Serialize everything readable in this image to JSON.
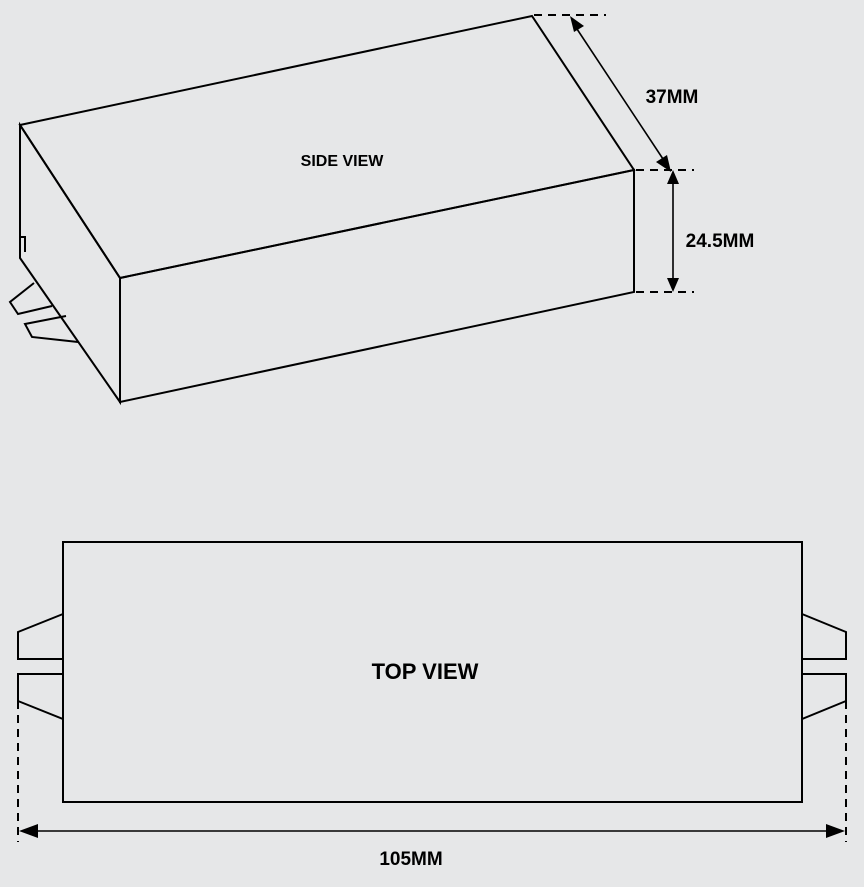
{
  "diagram": {
    "background": "#e6e7e8",
    "stroke_color": "#000000",
    "side_view": {
      "label": "SIDE VIEW"
    },
    "top_view": {
      "label": "TOP VIEW"
    },
    "dimensions": {
      "width": "37MM",
      "height": "24.5MM",
      "length": "105MM"
    }
  }
}
